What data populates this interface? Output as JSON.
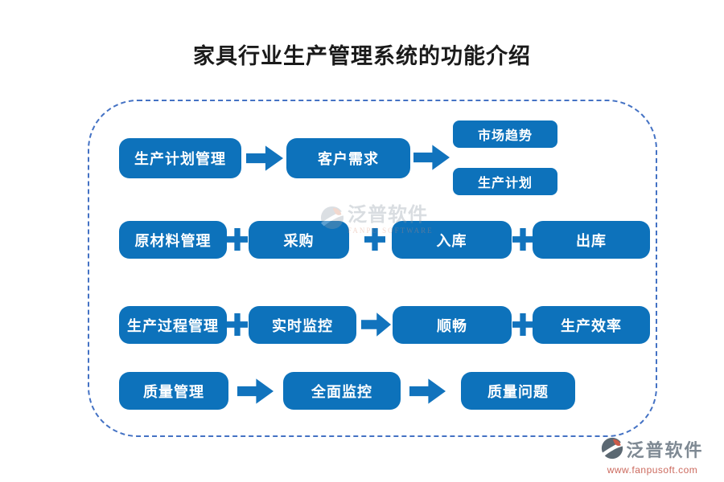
{
  "title": "家具行业生产管理系统的功能介绍",
  "colors": {
    "box_blue": "#0d72bb",
    "connector_blue": "#1173bd",
    "frame_dash_blue": "#4472c4",
    "box_text": "#ffffff",
    "logo_gray": "#7e8993",
    "logo_red": "#cc6a5e"
  },
  "diagram": {
    "row1": {
      "box1": "生产计划管理",
      "box2": "客户需求",
      "stack_top": "市场趋势",
      "stack_bottom": "生产计划"
    },
    "row2": {
      "box1": "原材料管理",
      "box2": "采购",
      "box3": "入库",
      "box4": "出库"
    },
    "row3": {
      "box1": "生产过程管理",
      "box2": "实时监控",
      "box3": "顺畅",
      "box4": "生产效率"
    },
    "row4": {
      "box1": "质量管理",
      "box2": "全面监控",
      "box3": "质量问题"
    }
  },
  "watermark": {
    "text": "泛普软件",
    "subtext": "FANPU SOFTWARE"
  },
  "logo": {
    "text": "泛普软件",
    "url": "www.fanpusoft.com"
  }
}
